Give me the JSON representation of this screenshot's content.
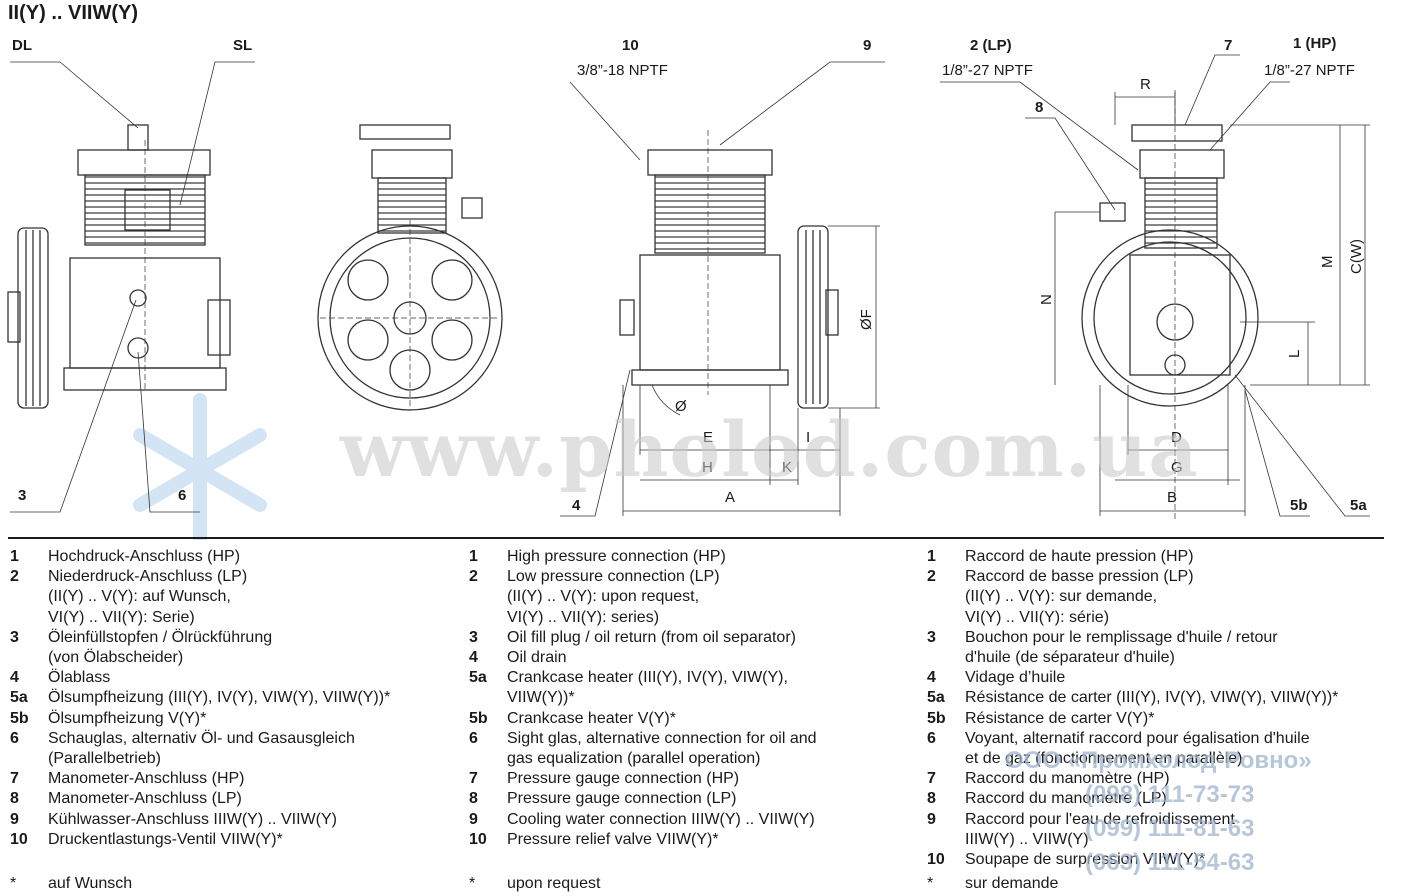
{
  "title": "II(Y)  ..  VIIW(Y)",
  "drawing_labels": {
    "dl": "DL",
    "sl": "SL",
    "n3": "3",
    "n6": "6",
    "n4": "4",
    "n10": "10",
    "n10_thread": "3/8”-18 NPTF",
    "n9": "9",
    "lp": "2 (LP)",
    "lp_thread": "1/8”-27 NPTF",
    "n7": "7",
    "hp": "1 (HP)",
    "hp_thread": "1/8”-27 NPTF",
    "n8": "8",
    "n5b": "5b",
    "n5a": "5a",
    "dim_R": "R",
    "dim_M": "M",
    "dim_CW": "C(W)",
    "dim_N": "N",
    "dim_L": "L",
    "dim_F": "ØF",
    "dim_O": "Ø",
    "dim_E": "E",
    "dim_I": "I",
    "dim_H": "H",
    "dim_K": "K",
    "dim_A": "A",
    "dim_D": "D",
    "dim_G": "G",
    "dim_B": "B"
  },
  "legend_de": [
    {
      "num": "1",
      "text": "Hochdruck-Anschluss (HP)"
    },
    {
      "num": "2",
      "text": "Niederdruck-Anschluss (LP)\n(II(Y) .. V(Y): auf Wunsch,\nVI(Y) .. VII(Y): Serie)"
    },
    {
      "num": "3",
      "text": "Öleinfüllstopfen / Ölrückführung\n(von Ölabscheider)"
    },
    {
      "num": "4",
      "text": "Ölablass"
    },
    {
      "num": "5a",
      "text": "Ölsumpfheizung (III(Y), IV(Y), VIW(Y), VIIW(Y))*"
    },
    {
      "num": "5b",
      "text": "Ölsumpfheizung V(Y)*"
    },
    {
      "num": "6",
      "text": "Schauglas, alternativ Öl- und Gasausgleich\n(Parallelbetrieb)"
    },
    {
      "num": "7",
      "text": "Manometer-Anschluss (HP)"
    },
    {
      "num": "8",
      "text": "Manometer-Anschluss (LP)"
    },
    {
      "num": "9",
      "text": "Kühlwasser-Anschluss IIIW(Y) .. VIIW(Y)"
    },
    {
      "num": "10",
      "text": "Druckentlastungs-Ventil VIIW(Y)*"
    }
  ],
  "legend_en": [
    {
      "num": "1",
      "text": "High pressure connection (HP)"
    },
    {
      "num": "2",
      "text": "Low pressure connection (LP)\n(II(Y) .. V(Y): upon request,\nVI(Y) .. VII(Y): series)"
    },
    {
      "num": "3",
      "text": "Oil fill plug / oil return (from oil separator)"
    },
    {
      "num": "4",
      "text": "Oil drain"
    },
    {
      "num": "5a",
      "text": "Crankcase heater (III(Y), IV(Y), VIW(Y),\nVIIW(Y))*"
    },
    {
      "num": "5b",
      "text": "Crankcase heater V(Y)*"
    },
    {
      "num": "6",
      "text": "Sight glas, alternative connection for oil and\ngas equalization (parallel operation)"
    },
    {
      "num": "7",
      "text": "Pressure gauge connection (HP)"
    },
    {
      "num": "8",
      "text": "Pressure gauge connection (LP)"
    },
    {
      "num": "9",
      "text": "Cooling water connection IIIW(Y) .. VIIW(Y)"
    },
    {
      "num": "10",
      "text": "Pressure relief valve VIIW(Y)*"
    }
  ],
  "legend_fr": [
    {
      "num": "1",
      "text": "Raccord de haute pression (HP)"
    },
    {
      "num": "2",
      "text": "Raccord de basse pression (LP)\n(II(Y) .. V(Y): sur demande,\nVI(Y) .. VII(Y): série)"
    },
    {
      "num": "3",
      "text": "Bouchon pour le remplissage d'huile / retour\nd'huile (de séparateur d'huile)"
    },
    {
      "num": "4",
      "text": "Vidage d’huile"
    },
    {
      "num": "5a",
      "text": "Résistance de carter (III(Y), IV(Y), VIW(Y), VIIW(Y))*"
    },
    {
      "num": "5b",
      "text": "Résistance de carter V(Y)*"
    },
    {
      "num": "6",
      "text": "Voyant, alternatif raccord pour égalisation d'huile\net de gaz (fonctionnement en parallèle)"
    },
    {
      "num": "7",
      "text": "Raccord du manomètre (HP)"
    },
    {
      "num": "8",
      "text": "Raccord du manomètre (LP)"
    },
    {
      "num": "9",
      "text": "Raccord pour l'eau de refroidissement\nIIIW(Y) .. VIIW(Y)"
    },
    {
      "num": "10",
      "text": "Soupape de surpression VIIW(Y)*"
    }
  ],
  "footnote": {
    "star": "*",
    "de": "auf Wunsch",
    "en": "upon request",
    "fr": "sur demande"
  },
  "watermark": {
    "site": "www.pholod.com.ua",
    "company": "ООО «Промхолод-Ровно»",
    "phone1": "(098) 111-73-73",
    "phone2": "(099) 111-81-63",
    "phone3": "(063) 111-54-63"
  }
}
